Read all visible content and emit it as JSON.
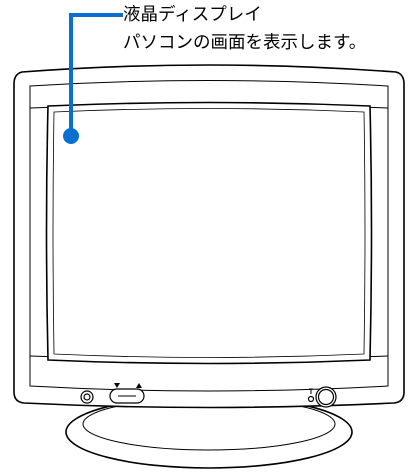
{
  "callout": {
    "title": "液晶ディスプレイ",
    "description": "パソコンの画面を表示します。"
  },
  "colors": {
    "leader_line": "#0a6fd1",
    "outline": "#000000",
    "screen_fill": "#ffffff"
  },
  "controls": {
    "left_indicator": "power-led-icon",
    "adjust_arrows": "up-down-arrow-icons",
    "right_button": "power-button-icon"
  }
}
